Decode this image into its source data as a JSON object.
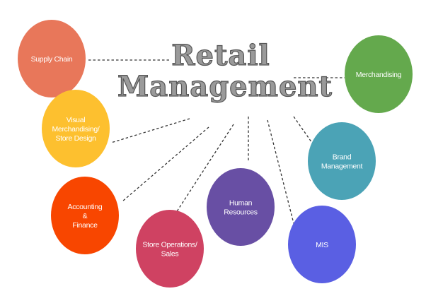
{
  "title": {
    "line1": "Retail",
    "line2": "Management"
  },
  "nodes": [
    {
      "id": "supply-chain",
      "lines": [
        "Supply Chain"
      ],
      "color": "#E8775A"
    },
    {
      "id": "visual-merchandising",
      "lines": [
        "Visual",
        "Merchandising/",
        "Store Design"
      ],
      "color": "#FDC02F"
    },
    {
      "id": "accounting-finance",
      "lines": [
        "Accounting",
        "&",
        "Finance"
      ],
      "color": "#F84600"
    },
    {
      "id": "store-operations",
      "lines": [
        "Store Operations/",
        "Sales"
      ],
      "color": "#CF4262"
    },
    {
      "id": "human-resources",
      "lines": [
        "Human",
        "Resources"
      ],
      "color": "#684FA4"
    },
    {
      "id": "mis",
      "lines": [
        "MIS"
      ],
      "color": "#5A5FE3"
    },
    {
      "id": "brand-management",
      "lines": [
        "Brand",
        "Management"
      ],
      "color": "#4BA3B6"
    },
    {
      "id": "merchandising",
      "lines": [
        "Merchandising"
      ],
      "color": "#64A94D"
    }
  ]
}
